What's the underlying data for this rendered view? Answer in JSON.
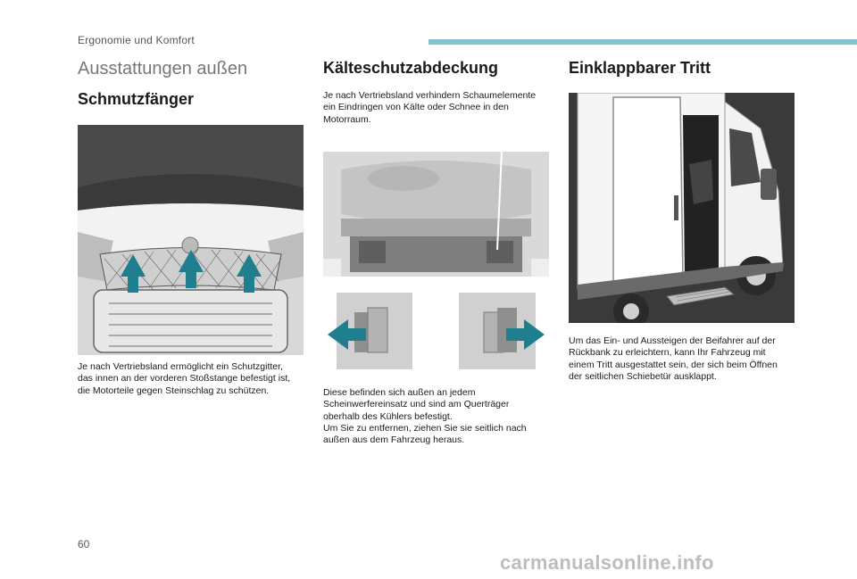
{
  "header": {
    "section_label": "Ergonomie und Komfort",
    "accent_color": "#7fc3d0"
  },
  "page_title": "Ausstattungen außen",
  "columns": [
    {
      "heading": "Schmutzfänger",
      "paragraphs": [
        "Je nach Vertriebsland ermöglicht ein Schutzgitter,",
        "das innen an der vorderen Stoßstange befestigt ist,",
        "die Motorteile gegen Steinschlag zu schützen."
      ],
      "image": {
        "semantic": "front-grille-mud-guard-illustration",
        "arrow_color": "#1f7f8f"
      }
    },
    {
      "heading": "Kälteschutzabdeckung",
      "intro": [
        "Je nach Vertriebsland verhindern Schaumelemente",
        "ein Eindringen von Kälte oder Schnee in den",
        "Motorraum."
      ],
      "paragraphs": [
        "Diese befinden sich außen an jedem",
        "Scheinwerfereinsatz und sind am Querträger",
        "oberhalb des Kühlers befestigt.",
        "Um Sie zu entfernen, ziehen Sie sie seitlich nach",
        "außen aus dem Fahrzeug heraus."
      ],
      "image": {
        "semantic": "engine-bay-cold-protection-illustration",
        "arrow_color": "#1f7f8f"
      }
    },
    {
      "heading": "Einklappbarer Tritt",
      "paragraphs": [
        "Um das Ein- und Aussteigen der Beifahrer auf der",
        "Rückbank zu erleichtern, kann Ihr Fahrzeug mit",
        "einem Tritt ausgestattet sein, der sich beim Öffnen",
        "der seitlichen Schiebetür ausklappt."
      ],
      "image": {
        "semantic": "van-sliding-door-step-illustration"
      }
    }
  ],
  "footer": {
    "page_number": "60",
    "watermark": "carmanualsonline.info"
  }
}
